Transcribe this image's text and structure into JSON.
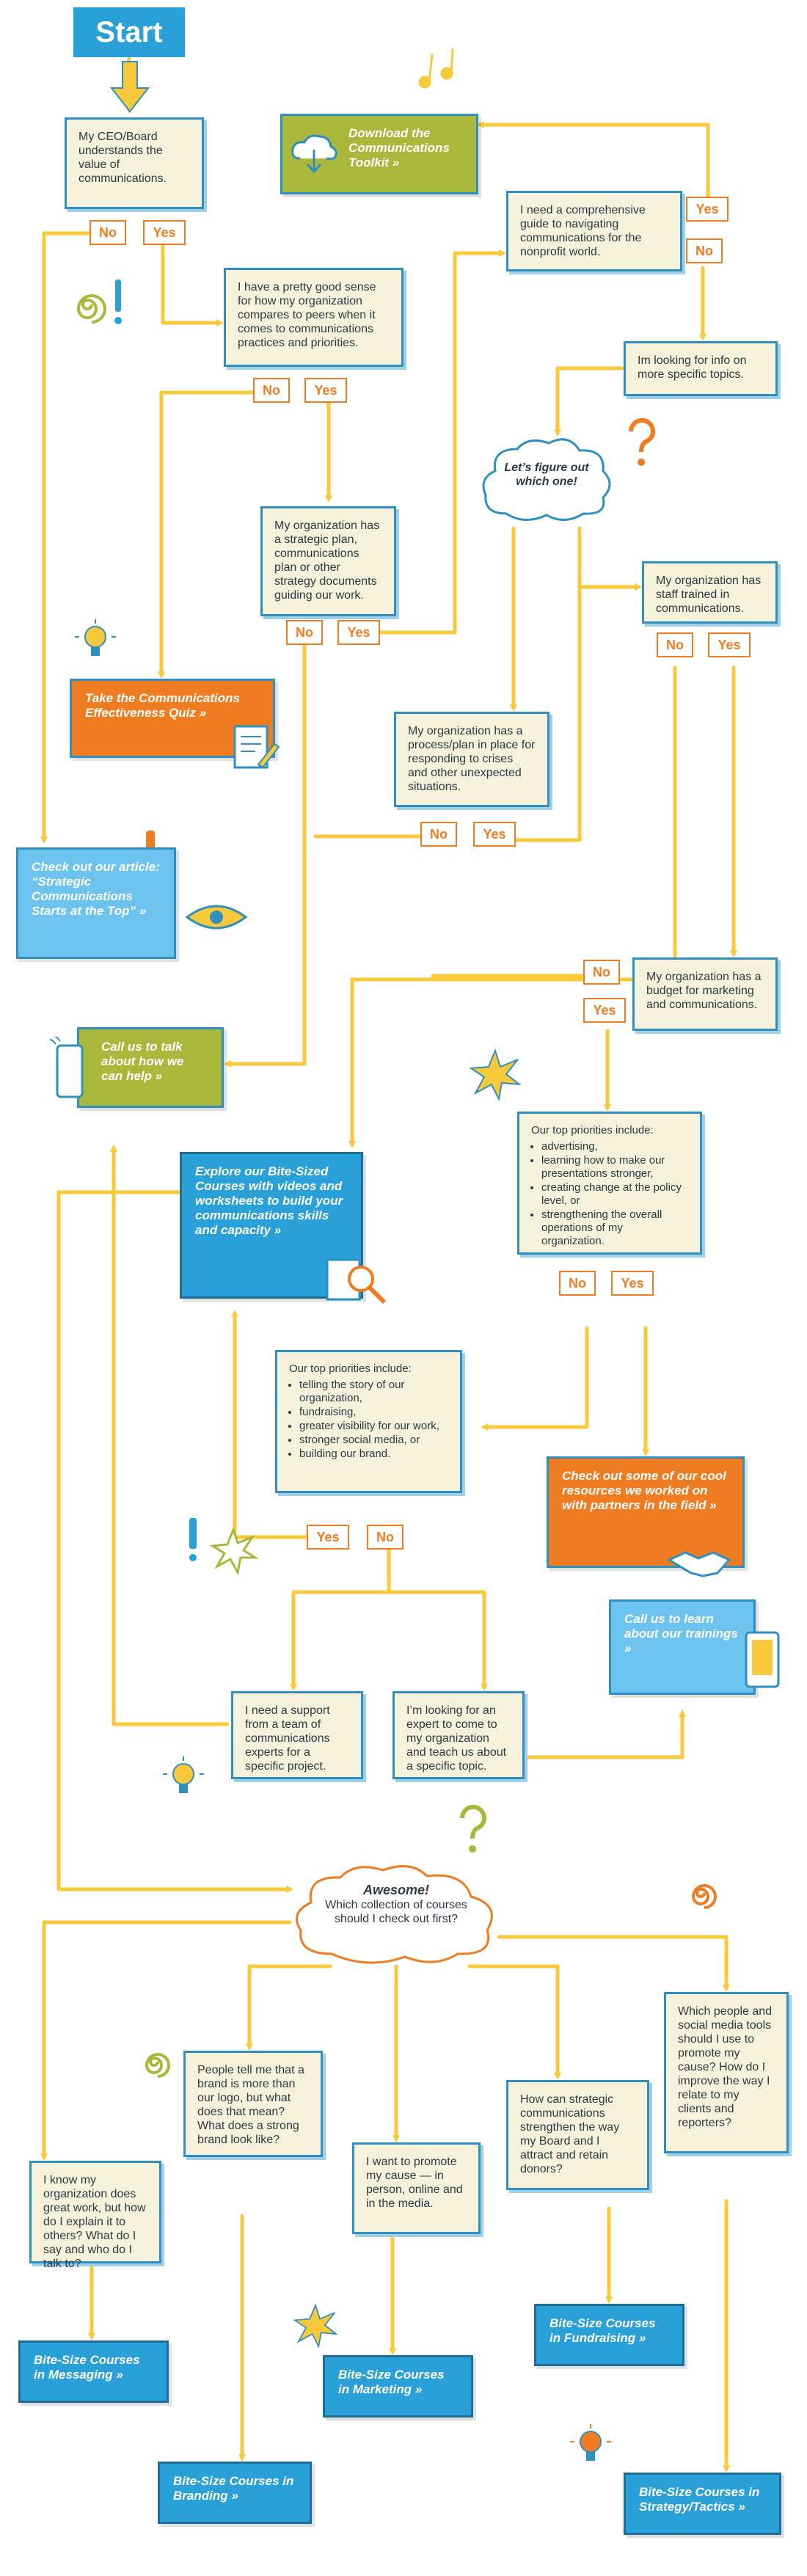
{
  "start": "Start",
  "q_ceo": "My CEO/Board understands the value of communications.",
  "q_peers": "I have a pretty good sense for how my organization compares to peers when it comes to communications practices and priorities.",
  "q_plan": "My organization has a strategic plan, communications plan or other strategy documents guiding our work.",
  "q_crisis": "My organization has a process/plan in place for responding to crises and other unexpected situations.",
  "q_guide": "I need a comprehensive guide to navigating communications for the nonprofit world.",
  "q_specific": "Im looking for info on more specific topics.",
  "cloud_figure_out": "Let’s figure out which one!",
  "q_staff": "My organization has staff trained in communications.",
  "q_budget": "My organization has a budget for marketing and communications.",
  "prio_top": {
    "title": "Our top priorities include:",
    "items": [
      "advertising,",
      "learning how to make our presentations stronger,",
      "creating change at the policy level, or",
      "strengthening the overall operations of my organization."
    ]
  },
  "prio_mid": {
    "title": "Our top priorities include:",
    "items": [
      "telling the story of our organization,",
      "fundraising,",
      "greater visibility for our work,",
      "stronger social media, or",
      "building our brand."
    ]
  },
  "q_support": "I need a support from a team of communications experts for a specific project.",
  "q_expert": "I’m looking for an expert to come to my organization and teach us about a specific topic.",
  "cta_toolkit": "Download the Communications Toolkit »",
  "cta_quiz": "Take the Communications Effectiveness Quiz »",
  "cta_article": "Check out our article: “Strategic Communications Starts at the Top” »",
  "cta_call": "Call us to talk about how we can help »",
  "cta_explore": "Explore our Bite-Sized Courses with videos and worksheets to build your communications skills and capacity »",
  "cta_resources": "Check out some of our cool resources we worked on with partners in the field »",
  "cta_trainings": "Call us to learn about our trainings »",
  "cloud_awesome": {
    "title": "Awesome!",
    "text": "Which collection of courses should I check out first?"
  },
  "q_messaging": "I know my organization does great work, but how do I explain it to others? What do I say and who do I talk to?",
  "q_branding": "People tell me that a brand is more than our logo, but what does that mean? What does a strong brand look like?",
  "q_marketing": "I want to promote my cause — in person, online and in the media.",
  "q_fundraising": "How can strategic communications strengthen the way my Board and I attract and retain donors?",
  "q_strategy": "Which people and social media tools should I use to promote my cause? How do I improve the way I relate to my clients and reporters?",
  "course_messaging": "Bite-Size Courses in Messaging »",
  "course_branding": "Bite-Size Courses in Branding »",
  "course_marketing": "Bite-Size Courses in Marketing »",
  "course_fundraising": "Bite-Size Courses in Fundraising »",
  "course_strategy": "Bite-Size Courses in Strategy/Tactics »",
  "yes": "Yes",
  "no": "No",
  "colors": {
    "blue": "#2aa0d8",
    "orange": "#f07c22",
    "olive": "#a9b83a",
    "yellow": "#f8c93a",
    "cream": "#f5f1da"
  }
}
